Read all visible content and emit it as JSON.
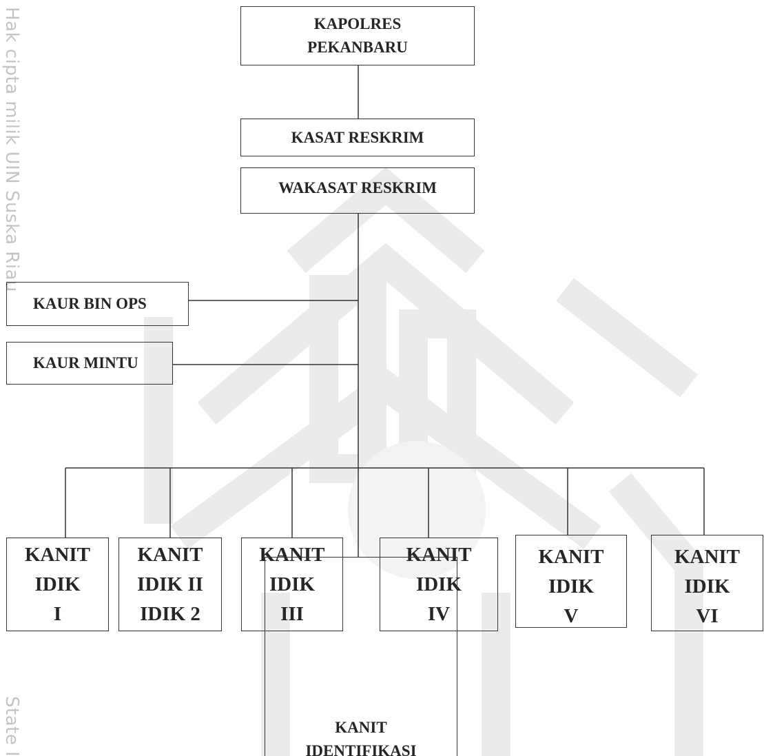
{
  "watermark": {
    "side_text_top": "Hak cipta milik UIN Suska Riau",
    "side_text_bottom": "State Is"
  },
  "org": {
    "kapolres": {
      "line1": "KAPOLRES",
      "line2": "PEKANBARU"
    },
    "kasat": "KASAT RESKRIM",
    "wakasat": "WAKASAT RESKRIM",
    "kaur_bin_ops": "KAUR BIN OPS",
    "kaur_mintu": "KAUR MINTU",
    "kanits": [
      {
        "line1": "KANIT",
        "line2": "IDIK",
        "line3": "I"
      },
      {
        "line1": "KANIT",
        "line2": "IDIK II",
        "line3": "IDIK 2"
      },
      {
        "line1": "KANIT",
        "line2": "IDIK",
        "line3": "III"
      },
      {
        "line1": "KANIT",
        "line2": "IDIK",
        "line3": "IV"
      },
      {
        "line1": "KANIT",
        "line2": "IDIK",
        "line3": "V"
      },
      {
        "line1": "KANIT",
        "line2": "IDIK",
        "line3": "VI"
      }
    ],
    "identifikasi": {
      "line1": "KANIT",
      "line2": "IDENTIFIKASI"
    }
  }
}
